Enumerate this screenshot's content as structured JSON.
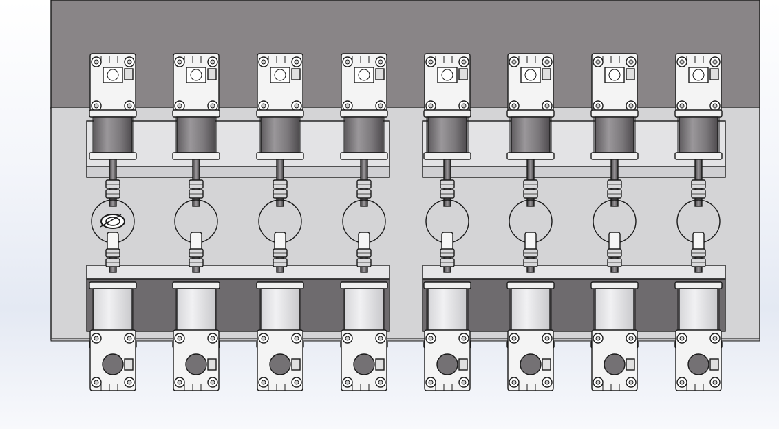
{
  "viewport": {
    "background_top": "#ffffff",
    "background_bottom": "#e6ebf4"
  },
  "assembly": {
    "colors": {
      "back_panel": "#898587",
      "base_plate": "#d4d4d6",
      "mount_bar": "#e3e3e5",
      "cylinder_dark": "#7b787b",
      "cylinder_light": "#f1f1f3",
      "line": "#1a1a1a",
      "end_cap": "#f4f4f4",
      "port": "#747174"
    },
    "columns": 8,
    "groups": 2,
    "columns_per_group": 4,
    "joints": [
      "spring",
      "ring",
      "ring",
      "ring",
      "ring",
      "ring",
      "ring",
      "ring"
    ]
  }
}
